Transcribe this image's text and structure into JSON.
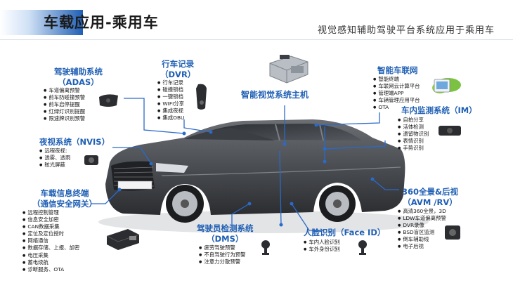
{
  "header": {
    "title": "车载应用-乘用车",
    "subtitle": "视觉感知辅助驾驶平台系统应用于乘用车"
  },
  "center_title": "智能视觉系统主机",
  "sections": {
    "adas": {
      "title": "驾驶辅助系统",
      "subtitle": "（ADAS）",
      "items": [
        "车道偏离预警",
        "前车防碰撞预警",
        "前车启停提醒",
        "红绿灯识别提醒",
        "限速牌识别预警"
      ]
    },
    "dvr": {
      "title": "行车记录",
      "subtitle": "（DVR）",
      "items": [
        "行车记录",
        "碰撞锁档",
        "一键锁档",
        "WIFI分享",
        "集成夜视",
        "集成OBU"
      ]
    },
    "telematics": {
      "title": "智能车联网",
      "items": [
        "智能终端",
        "车联网云计算平台",
        "管理端APP",
        "车辆管理应用平台",
        "OTA"
      ]
    },
    "im": {
      "title": "车内监测系统（IM）",
      "items": [
        "自拍分享",
        "活体检测",
        "遗留物识别",
        "表情识别",
        "手势识别"
      ]
    },
    "nvis": {
      "title": "夜视系统（NVIS）",
      "items": [
        "远程夜视:",
        "透雾、透雨",
        "眩光屏蔽"
      ]
    },
    "tbox": {
      "title": "车载信息终端",
      "subtitle": "（通信安全网关）",
      "items": [
        "远程控制管理",
        "信息安全加密",
        "CAN数据采集",
        "定位及定位授时",
        "网络通信",
        "数据存储、上报、加密",
        "电压采集",
        "蓄电续航",
        "诊断服务、OTA"
      ]
    },
    "dms": {
      "title": "驾驶员检测系统",
      "subtitle": "（DMS）",
      "items": [
        "疲劳驾驶预警",
        "不良驾驶行为预警",
        "注意力分散预警"
      ]
    },
    "faceid": {
      "title": "人脸识别（Face ID）",
      "items": [
        "车内人脸识别",
        "车外身份识别"
      ]
    },
    "avm": {
      "title": "360全景&后视",
      "subtitle": "（AVM /RV）",
      "items": [
        "高清360全景，3D",
        "LDW车道偏离预警",
        "DVR录像",
        "BSD盲区监测",
        "倒车辅助线",
        "电子后视"
      ]
    }
  },
  "colors": {
    "accent": "#1f5fb4",
    "line": "#2a6ac8",
    "car_body": "#4a4d52"
  },
  "icons": [
    "dvr-camera-icon",
    "host-unit-icon",
    "cloud-app-icon",
    "interior-camera-icon",
    "night-vision-camera-icon",
    "tbox-module-icon",
    "dms-camera-icon",
    "faceid-camera-icon",
    "avm-camera-icon",
    "adas-camera-icon",
    "sedan-car-image"
  ]
}
